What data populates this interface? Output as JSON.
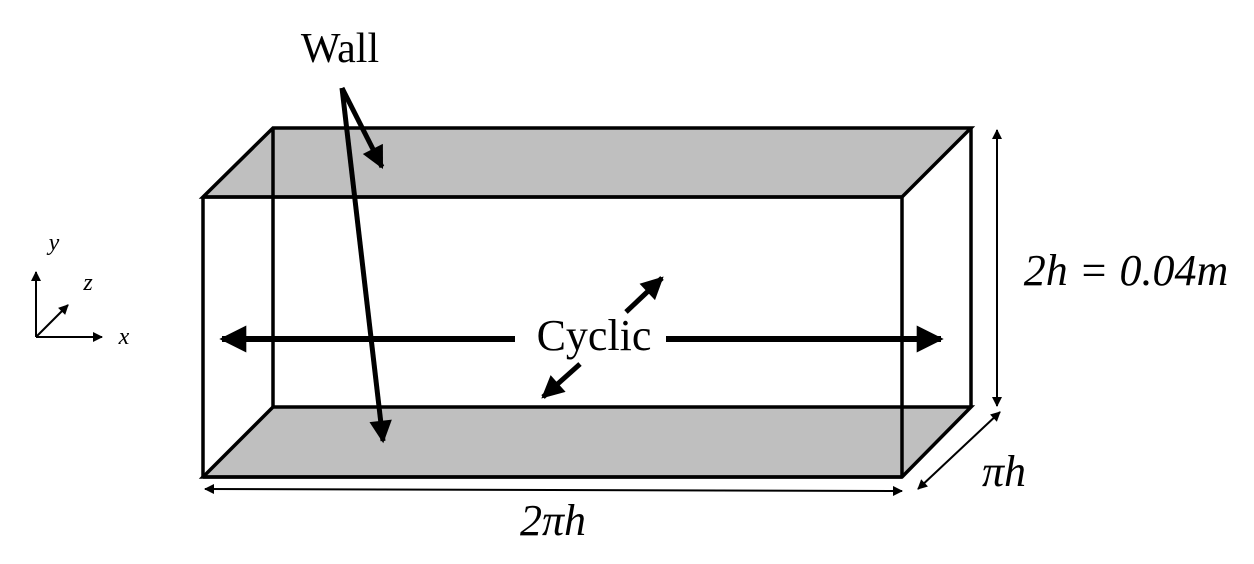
{
  "labels": {
    "wall": "Wall",
    "cyclic": "Cyclic",
    "height": "2h = 0.04m",
    "length": "2πh",
    "width": "πh"
  },
  "axes": {
    "x": "x",
    "y": "y",
    "z": "z"
  },
  "colors": {
    "wall_face": "#bfbfbf",
    "lines": "#000000",
    "background": "#ffffff"
  }
}
